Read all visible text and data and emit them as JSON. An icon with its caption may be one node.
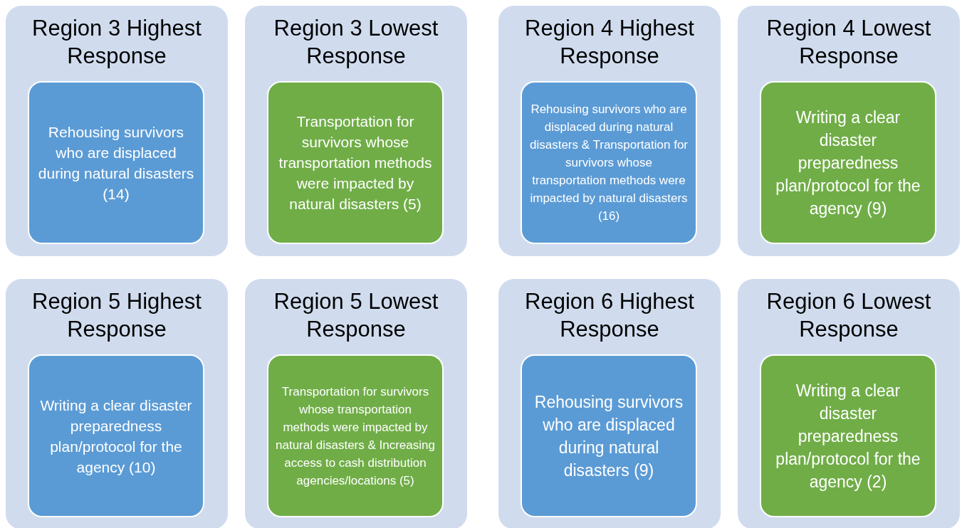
{
  "diagram": {
    "nodes": [
      {
        "text": [
          "Region 3 Highest Response"
        ]
      },
      {
        "text": [
          "Rehousing survivors who are displaced during natural disasters  (14)"
        ],
        "in": 0
      },
      {
        "text": [
          "Region 3 Lowest Response"
        ]
      },
      {
        "text": [
          "Transportation for survivors whose transportation methods were impacted by natural disasters (5)"
        ],
        "in": 2
      },
      {
        "text": [
          "Region 4 Highest Response"
        ]
      },
      {
        "text": [
          "Rehousing survivors who are displaced during natural disasters & Transportation for survivors whose transportation methods were impacted by natural disasters  (16)"
        ],
        "in": 4
      },
      {
        "text": [
          "Region 4 Lowest Response"
        ]
      },
      {
        "text": [
          "Writing a clear disaster preparedness plan/protocol for the agency (9)"
        ],
        "in": 6
      },
      {
        "text": [
          "Region 5 Highest Response"
        ]
      },
      {
        "text": [
          "Writing a clear disaster preparedness plan/protocol for the agency  (10)"
        ],
        "in": 8
      },
      {
        "text": [
          "Region 5 Lowest Response"
        ]
      },
      {
        "text": [
          "Transportation for survivors whose transportation methods were impacted by natural disasters & Increasing access to cash distribution agencies/locations (5)"
        ],
        "in": 10
      },
      {
        "text": [
          "Region 6 Highest Response"
        ]
      },
      {
        "text": [
          "Rehousing survivors who are displaced during natural disasters (9)"
        ],
        "in": 12
      },
      {
        "text": [
          "Region 6 Lowest Response"
        ]
      },
      {
        "text": [
          "Writing a clear disaster preparedness plan/protocol for the agency (2)"
        ],
        "in": 14
      }
    ]
  }
}
